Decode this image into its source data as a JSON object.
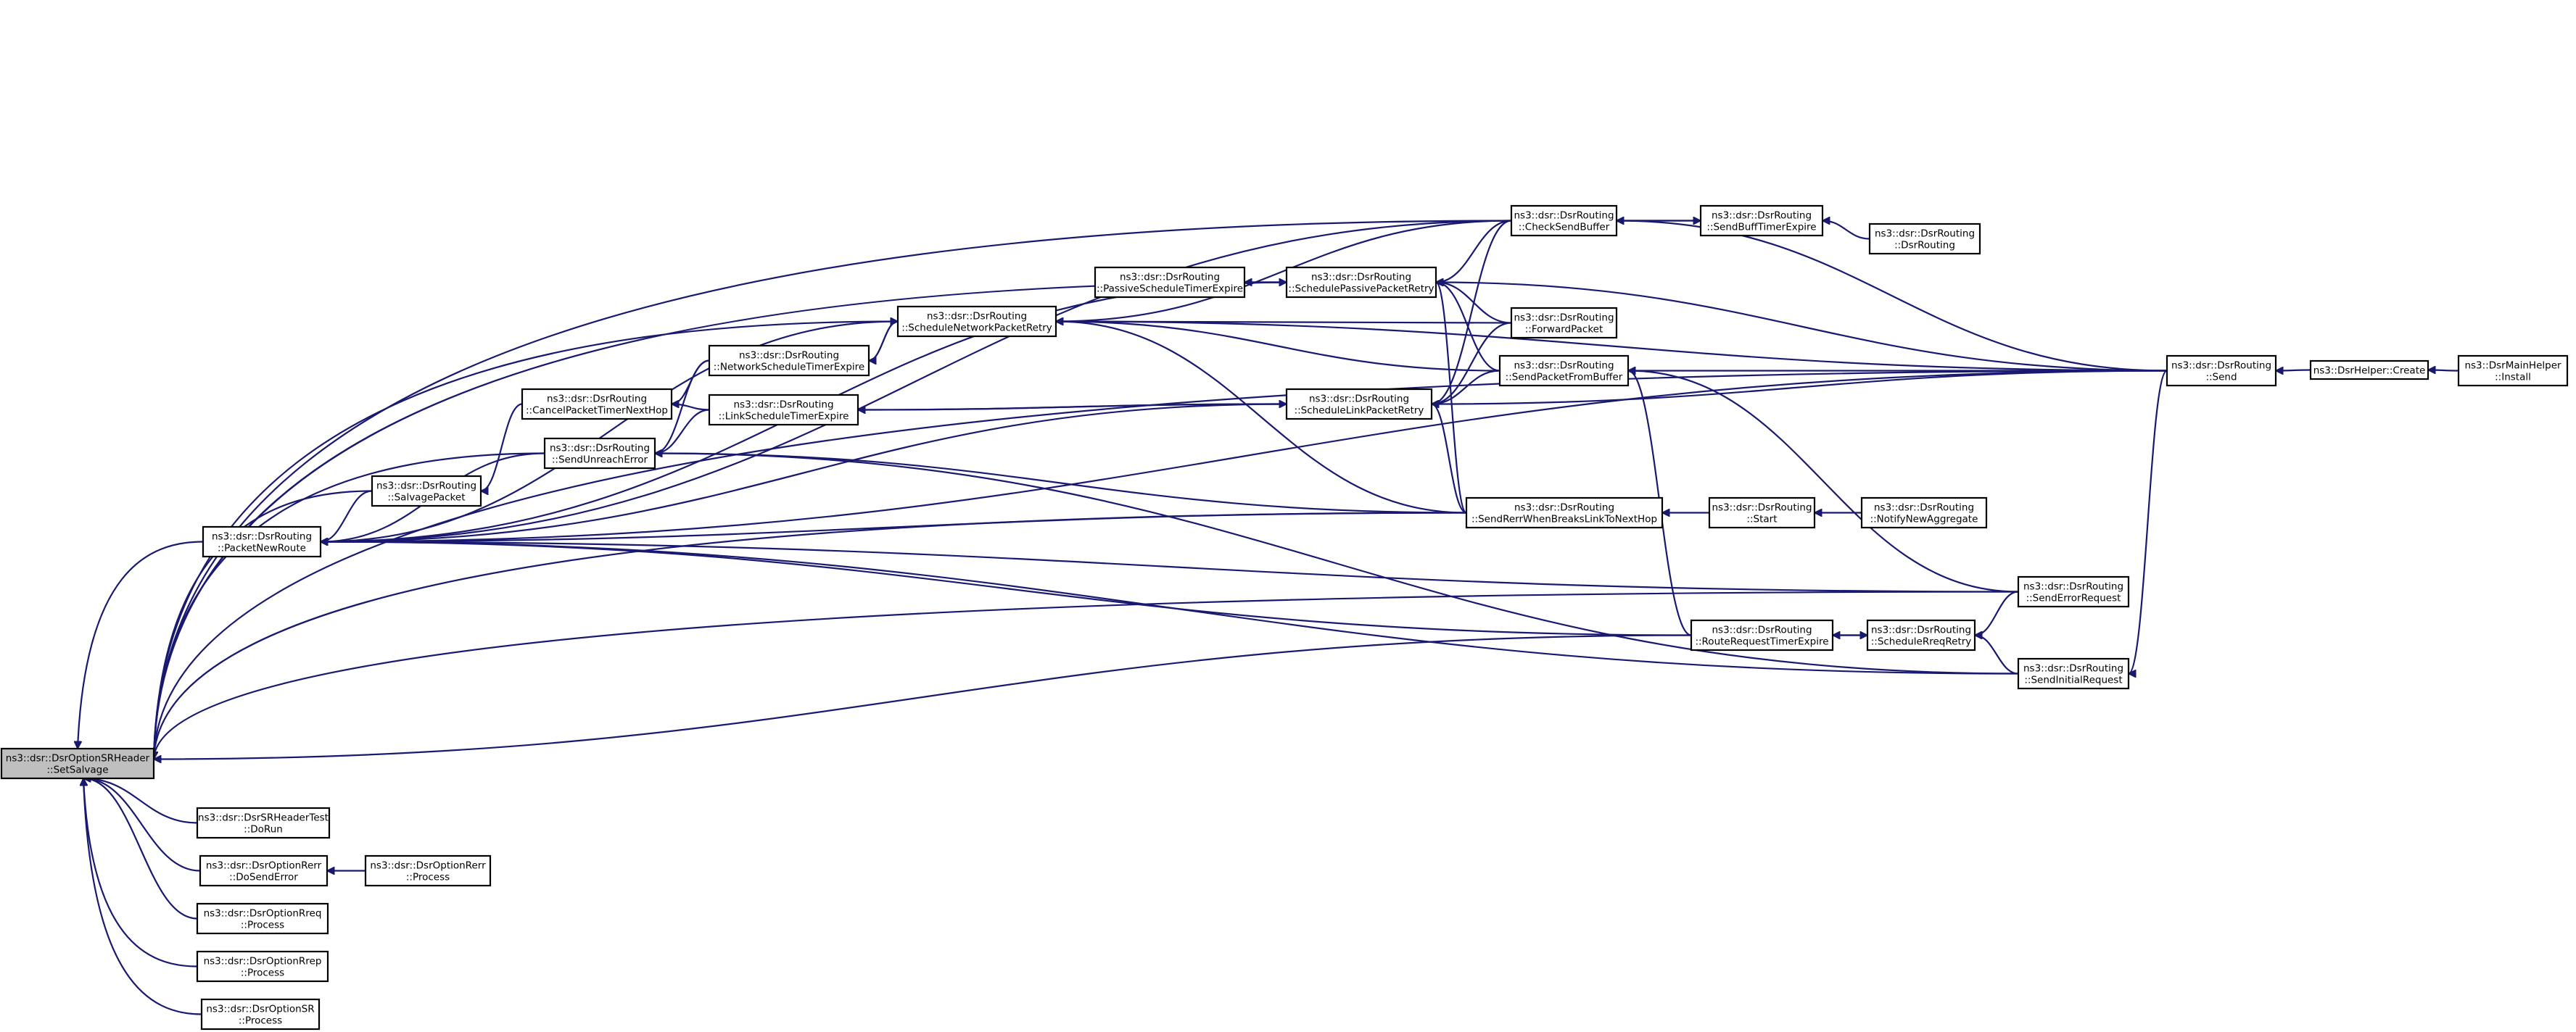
{
  "title": "",
  "nodes": [
    {
      "id": "root",
      "lines": [
        "ns3::dsr::DsrOptionSRHeader",
        "::SetSalvage"
      ],
      "highlight": true
    },
    {
      "id": "pkt",
      "lines": [
        "ns3::dsr::DsrRouting",
        "::PacketNewRoute"
      ]
    },
    {
      "id": "salv",
      "lines": [
        "ns3::dsr::DsrRouting",
        "::SalvagePacket"
      ]
    },
    {
      "id": "cancel",
      "lines": [
        "ns3::dsr::DsrRouting",
        "::CancelPacketTimerNextHop"
      ]
    },
    {
      "id": "netexp",
      "lines": [
        "ns3::dsr::DsrRouting",
        "::NetworkScheduleTimerExpire"
      ]
    },
    {
      "id": "linkexp",
      "lines": [
        "ns3::dsr::DsrRouting",
        "::LinkScheduleTimerExpire"
      ]
    },
    {
      "id": "unreach",
      "lines": [
        "ns3::dsr::DsrRouting",
        "::SendUnreachError"
      ]
    },
    {
      "id": "schednet",
      "lines": [
        "ns3::dsr::DsrRouting",
        "::ScheduleNetworkPacketRetry"
      ]
    },
    {
      "id": "passexp",
      "lines": [
        "ns3::dsr::DsrRouting",
        "::PassiveScheduleTimerExpire"
      ]
    },
    {
      "id": "schedpass",
      "lines": [
        "ns3::dsr::DsrRouting",
        "::SchedulePassivePacketRetry"
      ]
    },
    {
      "id": "schedlink",
      "lines": [
        "ns3::dsr::DsrRouting",
        "::ScheduleLinkPacketRetry"
      ]
    },
    {
      "id": "check",
      "lines": [
        "ns3::dsr::DsrRouting",
        "::CheckSendBuffer"
      ]
    },
    {
      "id": "fwd",
      "lines": [
        "ns3::dsr::DsrRouting",
        "::ForwardPacket"
      ]
    },
    {
      "id": "spfb",
      "lines": [
        "ns3::dsr::DsrRouting",
        "::SendPacketFromBuffer"
      ]
    },
    {
      "id": "srerr",
      "lines": [
        "ns3::dsr::DsrRouting",
        "::SendRerrWhenBreaksLinkToNextHop"
      ]
    },
    {
      "id": "sbte",
      "lines": [
        "ns3::dsr::DsrRouting",
        "::SendBuffTimerExpire"
      ]
    },
    {
      "id": "ctor",
      "lines": [
        "ns3::dsr::DsrRouting",
        "::DsrRouting"
      ]
    },
    {
      "id": "start",
      "lines": [
        "ns3::dsr::DsrRouting",
        "::Start"
      ]
    },
    {
      "id": "nna",
      "lines": [
        "ns3::dsr::DsrRouting",
        "::NotifyNewAggregate"
      ]
    },
    {
      "id": "rrte",
      "lines": [
        "ns3::dsr::DsrRouting",
        "::RouteRequestTimerExpire"
      ]
    },
    {
      "id": "sreq",
      "lines": [
        "ns3::dsr::DsrRouting",
        "::ScheduleRreqRetry"
      ]
    },
    {
      "id": "serrreq",
      "lines": [
        "ns3::dsr::DsrRouting",
        "::SendErrorRequest"
      ]
    },
    {
      "id": "sinit",
      "lines": [
        "ns3::dsr::DsrRouting",
        "::SendInitialRequest"
      ]
    },
    {
      "id": "send",
      "lines": [
        "ns3::dsr::DsrRouting",
        "::Send"
      ]
    },
    {
      "id": "create",
      "lines": [
        "ns3::DsrHelper::Create"
      ]
    },
    {
      "id": "install",
      "lines": [
        "ns3::DsrMainHelper",
        "::Install"
      ]
    },
    {
      "id": "dorun",
      "lines": [
        "ns3::dsr::DsrSRHeaderTest",
        "::DoRun"
      ]
    },
    {
      "id": "dosend",
      "lines": [
        "ns3::dsr::DsrOptionRerr",
        "::DoSendError"
      ]
    },
    {
      "id": "rerrproc",
      "lines": [
        "ns3::dsr::DsrOptionRerr",
        "::Process"
      ]
    },
    {
      "id": "rreqproc",
      "lines": [
        "ns3::dsr::DsrOptionRreq",
        "::Process"
      ]
    },
    {
      "id": "rrepproc",
      "lines": [
        "ns3::dsr::DsrOptionRrep",
        "::Process"
      ]
    },
    {
      "id": "srproc",
      "lines": [
        "ns3::dsr::DsrOptionSR",
        "::Process"
      ]
    }
  ],
  "edges": [
    {
      "from": "pkt",
      "to": "root"
    },
    {
      "from": "salv",
      "to": "root"
    },
    {
      "from": "unreach",
      "to": "root"
    },
    {
      "from": "schednet",
      "to": "root"
    },
    {
      "from": "schedpass",
      "to": "root"
    },
    {
      "from": "check",
      "to": "root"
    },
    {
      "from": "srerr",
      "to": "root"
    },
    {
      "from": "rrte",
      "to": "root"
    },
    {
      "from": "serrreq",
      "to": "root"
    },
    {
      "from": "send",
      "to": "root"
    },
    {
      "from": "dorun",
      "to": "root"
    },
    {
      "from": "dosend",
      "to": "root"
    },
    {
      "from": "rreqproc",
      "to": "root"
    },
    {
      "from": "rrepproc",
      "to": "root"
    },
    {
      "from": "srproc",
      "to": "root"
    },
    {
      "from": "salv",
      "to": "pkt"
    },
    {
      "from": "unreach",
      "to": "pkt"
    },
    {
      "from": "schednet",
      "to": "pkt"
    },
    {
      "from": "schedpass",
      "to": "pkt"
    },
    {
      "from": "schedlink",
      "to": "pkt"
    },
    {
      "from": "check",
      "to": "pkt"
    },
    {
      "from": "srerr",
      "to": "pkt"
    },
    {
      "from": "serrreq",
      "to": "pkt"
    },
    {
      "from": "rrte",
      "to": "pkt"
    },
    {
      "from": "sinit",
      "to": "pkt"
    },
    {
      "from": "send",
      "to": "pkt"
    },
    {
      "from": "cancel",
      "to": "salv"
    },
    {
      "from": "netexp",
      "to": "cancel"
    },
    {
      "from": "linkexp",
      "to": "cancel"
    },
    {
      "from": "schednet",
      "to": "netexp"
    },
    {
      "from": "schedlink",
      "to": "linkexp"
    },
    {
      "from": "netexp",
      "to": "unreach"
    },
    {
      "from": "linkexp",
      "to": "unreach"
    },
    {
      "from": "srerr",
      "to": "unreach"
    },
    {
      "from": "sinit",
      "to": "unreach"
    },
    {
      "from": "netexp",
      "to": "schednet"
    },
    {
      "from": "check",
      "to": "schednet"
    },
    {
      "from": "fwd",
      "to": "schednet"
    },
    {
      "from": "spfb",
      "to": "schednet"
    },
    {
      "from": "srerr",
      "to": "schednet"
    },
    {
      "from": "send",
      "to": "schednet"
    },
    {
      "from": "schedpass",
      "to": "passexp"
    },
    {
      "from": "passexp",
      "to": "schedpass"
    },
    {
      "from": "check",
      "to": "schedpass"
    },
    {
      "from": "fwd",
      "to": "schedpass"
    },
    {
      "from": "spfb",
      "to": "schedpass"
    },
    {
      "from": "srerr",
      "to": "schedpass"
    },
    {
      "from": "send",
      "to": "schedpass"
    },
    {
      "from": "linkexp",
      "to": "schedlink"
    },
    {
      "from": "check",
      "to": "schedlink"
    },
    {
      "from": "fwd",
      "to": "schedlink"
    },
    {
      "from": "spfb",
      "to": "schedlink"
    },
    {
      "from": "srerr",
      "to": "schedlink"
    },
    {
      "from": "send",
      "to": "schedlink"
    },
    {
      "from": "sbte",
      "to": "check"
    },
    {
      "from": "send",
      "to": "check"
    },
    {
      "from": "check",
      "to": "sbte"
    },
    {
      "from": "ctor",
      "to": "sbte"
    },
    {
      "from": "rrte",
      "to": "spfb"
    },
    {
      "from": "serrreq",
      "to": "spfb"
    },
    {
      "from": "send",
      "to": "spfb"
    },
    {
      "from": "start",
      "to": "srerr"
    },
    {
      "from": "nna",
      "to": "start"
    },
    {
      "from": "sreq",
      "to": "rrte"
    },
    {
      "from": "rrte",
      "to": "sreq"
    },
    {
      "from": "serrreq",
      "to": "sreq"
    },
    {
      "from": "sinit",
      "to": "sreq"
    },
    {
      "from": "send",
      "to": "sinit"
    },
    {
      "from": "create",
      "to": "send"
    },
    {
      "from": "install",
      "to": "create"
    },
    {
      "from": "rerrproc",
      "to": "dosend"
    }
  ]
}
